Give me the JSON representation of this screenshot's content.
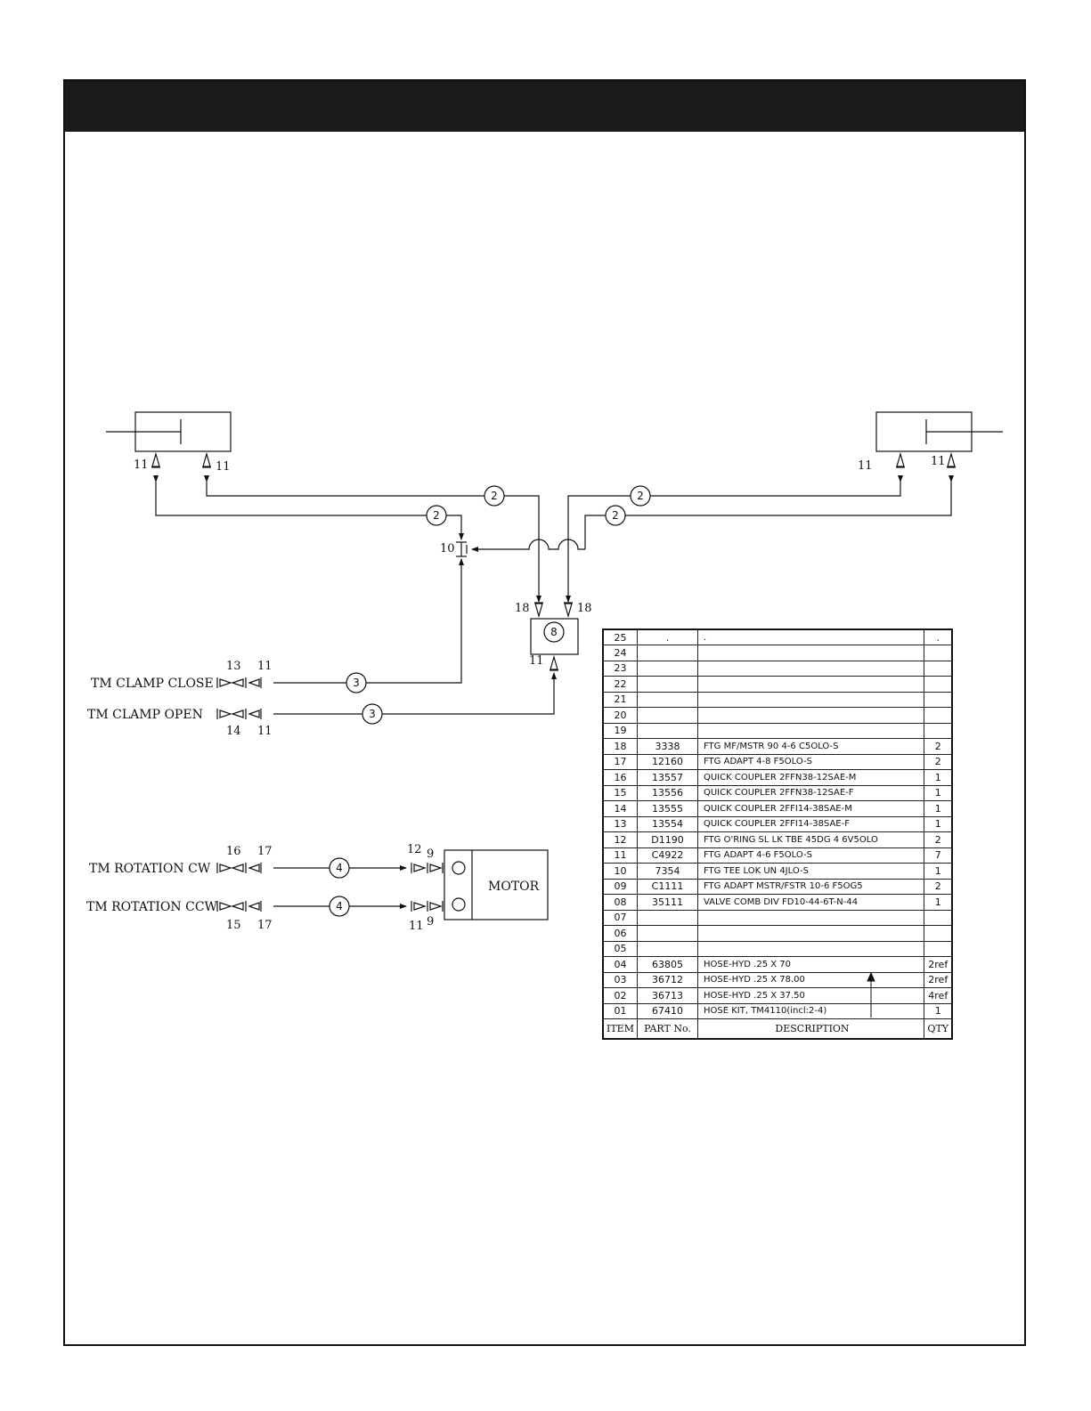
{
  "labels": {
    "clamp_close": "TM  CLAMP  CLOSE",
    "clamp_open": "TM  CLAMP  OPEN",
    "rotation_cw": "TM  ROTATION  CW",
    "rotation_ccw": "TM  ROTATION  CCW",
    "motor": "MOTOR"
  },
  "callouts": {
    "left_cyl_port_a": "11",
    "left_cyl_port_b": "11",
    "right_cyl_port_a": "11",
    "right_cyl_port_b": "11",
    "tee": "10",
    "valve_left_fitting": "18",
    "valve_right_fitting": "18",
    "valve_bottom_fitting": "11",
    "clamp_close_coupler": "13",
    "clamp_close_fitting": "11",
    "clamp_open_coupler": "14",
    "clamp_open_fitting": "11",
    "cw_coupler": "16",
    "cw_fitting": "17",
    "ccw_coupler": "15",
    "ccw_fitting": "17",
    "motor_top_fitting_a": "12",
    "motor_top_fitting_b": "9",
    "motor_bottom_fitting_a": "11",
    "motor_bottom_fitting_b": "9"
  },
  "hose_tags": {
    "hose_top_left": "2",
    "hose_mid_left": "2",
    "hose_top_right": "2",
    "hose_mid_right": "2",
    "hose_clamp_close": "3",
    "hose_clamp_open": "3",
    "hose_cw": "4",
    "hose_ccw": "4",
    "valve": "8"
  },
  "parts_table": {
    "headers": {
      "item": "ITEM",
      "part": "PART  No.",
      "desc": "DESCRIPTION",
      "qty": "QTY"
    },
    "rows": [
      {
        "item": "25",
        "part": ".",
        "desc": ".",
        "qty": "."
      },
      {
        "item": "24",
        "part": "",
        "desc": "",
        "qty": ""
      },
      {
        "item": "23",
        "part": "",
        "desc": "",
        "qty": ""
      },
      {
        "item": "22",
        "part": "",
        "desc": "",
        "qty": ""
      },
      {
        "item": "21",
        "part": "",
        "desc": "",
        "qty": ""
      },
      {
        "item": "20",
        "part": "",
        "desc": "",
        "qty": ""
      },
      {
        "item": "19",
        "part": "",
        "desc": "",
        "qty": ""
      },
      {
        "item": "18",
        "part": "3338",
        "desc": "FTG  MF/MSTR  90  4-6  C5OLO-S",
        "qty": "2"
      },
      {
        "item": "17",
        "part": "12160",
        "desc": "FTG  ADAPT  4-8  F5OLO-S",
        "qty": "2"
      },
      {
        "item": "16",
        "part": "13557",
        "desc": "QUICK  COUPLER  2FFN38-12SAE-M",
        "qty": "1"
      },
      {
        "item": "15",
        "part": "13556",
        "desc": "QUICK  COUPLER  2FFN38-12SAE-F",
        "qty": "1"
      },
      {
        "item": "14",
        "part": "13555",
        "desc": "QUICK  COUPLER  2FFI14-38SAE-M",
        "qty": "1"
      },
      {
        "item": "13",
        "part": "13554",
        "desc": "QUICK  COUPLER  2FFI14-38SAE-F",
        "qty": "1"
      },
      {
        "item": "12",
        "part": "D1190",
        "desc": "FTG  O'RING  SL  LK  TBE  45DG  4  6V5OLO",
        "qty": "2"
      },
      {
        "item": "11",
        "part": "C4922",
        "desc": "FTG  ADAPT  4-6  F5OLO-S",
        "qty": "7"
      },
      {
        "item": "10",
        "part": "7354",
        "desc": "FTG  TEE  LOK  UN  4JLO-S",
        "qty": "1"
      },
      {
        "item": "09",
        "part": "C1111",
        "desc": "FTG  ADAPT  MSTR/FSTR  10-6  F5OG5",
        "qty": "2"
      },
      {
        "item": "08",
        "part": "35111",
        "desc": "VALVE  COMB  DIV  FD10-44-6T-N-44",
        "qty": "1"
      },
      {
        "item": "07",
        "part": "",
        "desc": "",
        "qty": ""
      },
      {
        "item": "06",
        "part": "",
        "desc": "",
        "qty": ""
      },
      {
        "item": "05",
        "part": "",
        "desc": "",
        "qty": ""
      },
      {
        "item": "04",
        "part": "63805",
        "desc": "HOSE-HYD  .25  X  70",
        "qty": "2ref"
      },
      {
        "item": "03",
        "part": "36712",
        "desc": "HOSE-HYD  .25  X  78.00",
        "qty": "2ref"
      },
      {
        "item": "02",
        "part": "36713",
        "desc": "HOSE-HYD  .25  X  37.50",
        "qty": "4ref"
      },
      {
        "item": "01",
        "part": "67410",
        "desc": "HOSE  KIT,  TM4110(incl:2-4)",
        "qty": "1"
      }
    ]
  }
}
